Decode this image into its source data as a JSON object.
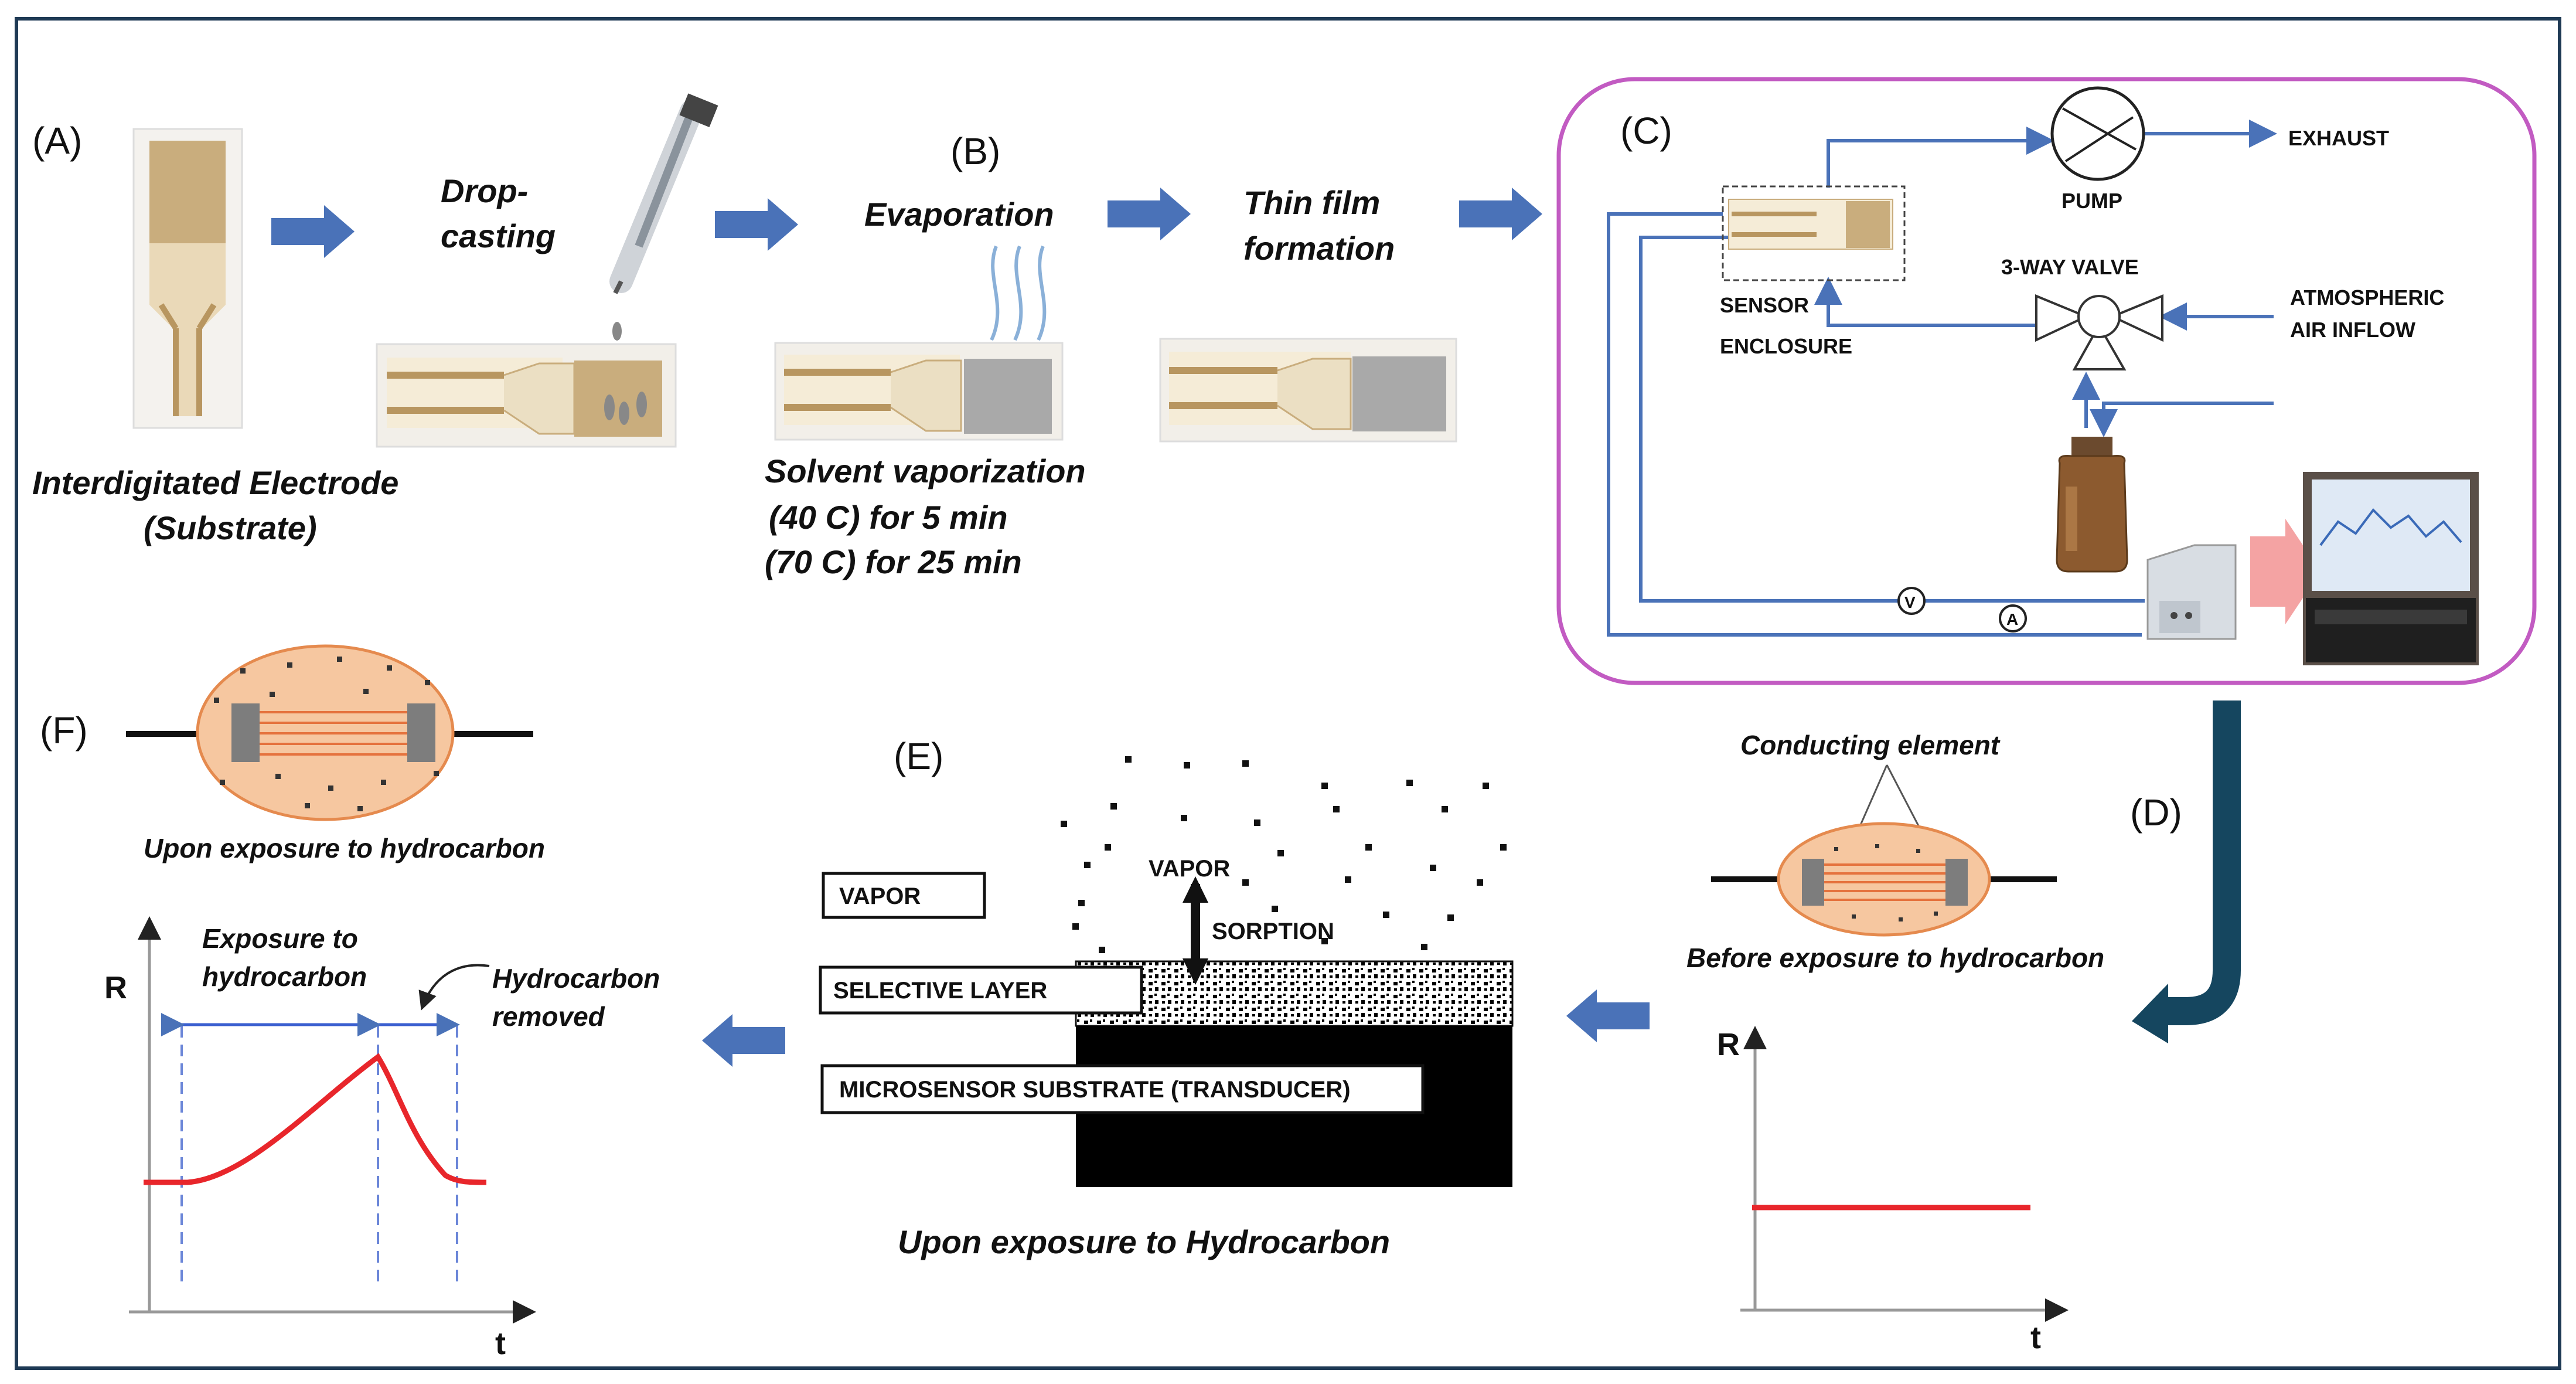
{
  "panels": {
    "a": "(A)",
    "b": "(B)",
    "c": "(C)",
    "d": "(D)",
    "e": "(E)",
    "f": "(F)"
  },
  "step_a": {
    "drop_1": "Drop-",
    "drop_2": "casting",
    "substrate_1": "Interdigitated  Electrode",
    "substrate_2": "(Substrate)"
  },
  "step_b": {
    "evaporation": "Evaporation",
    "thin_1": "Thin film",
    "thin_2": "formation",
    "solvent_1": "Solvent vaporization",
    "solvent_2": "(40 C) for 5 min",
    "solvent_3": "(70 C) for 25 min"
  },
  "setup": {
    "exhaust": "EXHAUST",
    "pump": "PUMP",
    "valve": "3-WAY VALVE",
    "sensor_1": "SENSOR",
    "sensor_2": "ENCLOSURE",
    "air_1": "ATMOSPHERIC",
    "air_2": "AIR INFLOW",
    "volt": "V",
    "amp": "A"
  },
  "before": {
    "conducting": "Conducting element",
    "caption": "Before exposure to hydrocarbon",
    "r_axis": "R",
    "t_axis": "t"
  },
  "layers": {
    "vapor_box": "VAPOR",
    "vapor_arrow": "VAPOR",
    "sorption": "SORPTION",
    "selective": "SELECTIVE LAYER",
    "substrate": "MICROSENSOR SUBSTRATE (TRANSDUCER)",
    "caption": "Upon exposure to Hydrocarbon"
  },
  "after": {
    "caption": "Upon exposure to hydrocarbon",
    "exposure_1": "Exposure to",
    "exposure_2": "hydrocarbon",
    "removed_1": "Hydrocarbon",
    "removed_2": "removed",
    "r_axis": "R",
    "t_axis": "t"
  },
  "colors": {
    "arrow_blue": "#4a72b8",
    "curve_red": "#e8262b",
    "frame_pink": "#c25bc2",
    "bend_arrow": "#15465f",
    "ellipse_fill": "#f6c7a0",
    "ellipse_stroke": "#e58a4e"
  }
}
